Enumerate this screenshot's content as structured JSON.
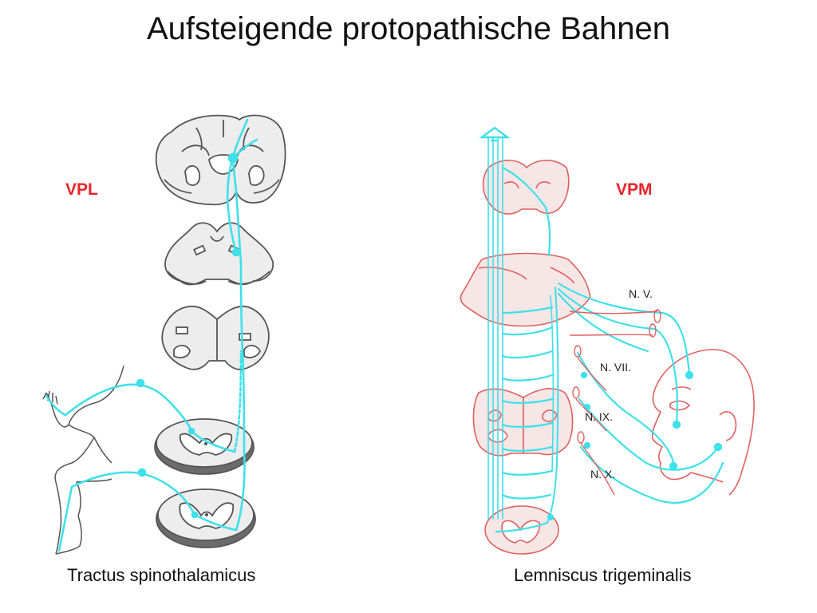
{
  "title": "Aufsteigende protopathische Bahnen",
  "left_panel": {
    "nucleus_label": "VPL",
    "caption": "Tractus spinothalamicus"
  },
  "right_panel": {
    "nucleus_label": "VPM",
    "caption": "Lemniscus trigeminalis",
    "nerves": [
      "N. V.",
      "N. VII.",
      "N. IX.",
      "N. X."
    ]
  },
  "colors": {
    "pathway": "#3ee0ea",
    "label_red": "#e8252a",
    "section_grey": "#555555",
    "section_fill": "#ededed",
    "red_outline": "#e06060",
    "red_fill": "#f6e6e6"
  }
}
